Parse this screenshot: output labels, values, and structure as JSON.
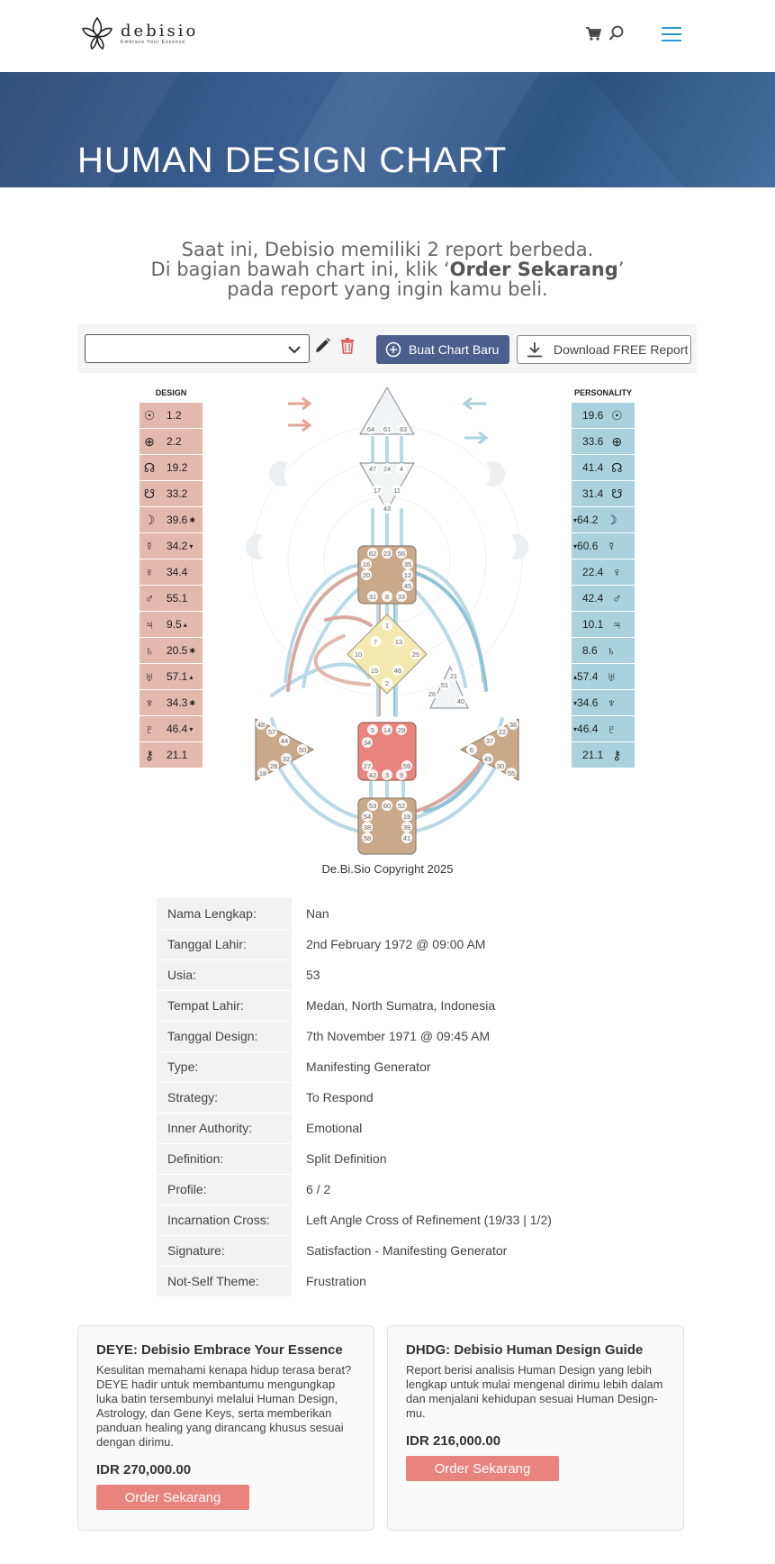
{
  "header": {
    "logo_name": "debisio",
    "logo_tagline": "Embrace Your Essence",
    "icons": [
      "cart-icon",
      "search-icon",
      "hamburger-menu-icon"
    ],
    "accent_color": "#2a9ad6"
  },
  "hero": {
    "title": "HUMAN DESIGN CHART"
  },
  "intro": {
    "line1": "Saat ini, Debisio memiliki 2 report berbeda.",
    "line2_prefix": "Di bagian bawah chart ini, klik ‘",
    "line2_bold": "Order Sekarang",
    "line2_suffix": "’",
    "line3": "pada report yang ingin kamu beli."
  },
  "toolbar": {
    "select_value": "",
    "new_chart_label": "Buat Chart Baru",
    "download_label": "Download FREE Report",
    "new_chart_color": "#4a5f8c"
  },
  "design": {
    "heading": "DESIGN",
    "rows": [
      {
        "icon": "sun-icon",
        "symbol": "☉",
        "gate": "1.2",
        "mark": ""
      },
      {
        "icon": "earth-icon",
        "symbol": "⊕",
        "gate": "2.2",
        "mark": ""
      },
      {
        "icon": "north-node-icon",
        "symbol": "☊",
        "gate": "19.2",
        "mark": ""
      },
      {
        "icon": "south-node-icon",
        "symbol": "☋",
        "gate": "33.2",
        "mark": ""
      },
      {
        "icon": "moon-icon",
        "symbol": "☽",
        "gate": "39.6",
        "mark": "✱"
      },
      {
        "icon": "mercury-icon",
        "symbol": "☿",
        "gate": "34.2",
        "mark": "▾"
      },
      {
        "icon": "venus-icon",
        "symbol": "♀",
        "gate": "34.4",
        "mark": ""
      },
      {
        "icon": "mars-icon",
        "symbol": "♂",
        "gate": "55.1",
        "mark": ""
      },
      {
        "icon": "jupiter-icon",
        "symbol": "♃",
        "gate": "9.5",
        "mark": "▴"
      },
      {
        "icon": "saturn-icon",
        "symbol": "♄",
        "gate": "20.5",
        "mark": "✱"
      },
      {
        "icon": "uranus-icon",
        "symbol": "♅",
        "gate": "57.1",
        "mark": "▴"
      },
      {
        "icon": "neptune-icon",
        "symbol": "♆",
        "gate": "34.3",
        "mark": "✱"
      },
      {
        "icon": "pluto-icon",
        "symbol": "♇",
        "gate": "46.4",
        "mark": "▾"
      },
      {
        "icon": "chiron-icon",
        "symbol": "⚷",
        "gate": "21.1",
        "mark": ""
      }
    ],
    "color": "#e3b8ad"
  },
  "personality": {
    "heading": "PERSONALITY",
    "rows": [
      {
        "icon": "sun-icon",
        "symbol": "☉",
        "gate": "19.6",
        "mark": ""
      },
      {
        "icon": "earth-icon",
        "symbol": "⊕",
        "gate": "33.6",
        "mark": ""
      },
      {
        "icon": "north-node-icon",
        "symbol": "☊",
        "gate": "41.4",
        "mark": ""
      },
      {
        "icon": "south-node-icon",
        "symbol": "☋",
        "gate": "31.4",
        "mark": ""
      },
      {
        "icon": "moon-icon",
        "symbol": "☽",
        "gate": "64.2",
        "mark": "▾"
      },
      {
        "icon": "mercury-icon",
        "symbol": "☿",
        "gate": "60.6",
        "mark": "▾"
      },
      {
        "icon": "venus-icon",
        "symbol": "♀",
        "gate": "22.4",
        "mark": ""
      },
      {
        "icon": "mars-icon",
        "symbol": "♂",
        "gate": "42.4",
        "mark": ""
      },
      {
        "icon": "jupiter-icon",
        "symbol": "♃",
        "gate": "10.1",
        "mark": ""
      },
      {
        "icon": "saturn-icon",
        "symbol": "♄",
        "gate": "8.6",
        "mark": ""
      },
      {
        "icon": "uranus-icon",
        "symbol": "♅",
        "gate": "57.4",
        "mark": "▴"
      },
      {
        "icon": "neptune-icon",
        "symbol": "♆",
        "gate": "34.6",
        "mark": "▾"
      },
      {
        "icon": "pluto-icon",
        "symbol": "♇",
        "gate": "46.4",
        "mark": "▾"
      },
      {
        "icon": "chiron-icon",
        "symbol": "⚷",
        "gate": "21.1",
        "mark": ""
      }
    ],
    "color": "#a9d2de"
  },
  "bodygraph": {
    "head_gates": [
      "64",
      "61",
      "63"
    ],
    "ajna_gates": [
      "47",
      "24",
      "4",
      "17",
      "11",
      "43"
    ],
    "throat_gates": [
      "62",
      "23",
      "56",
      "16",
      "35",
      "20",
      "12",
      "45",
      "31",
      "8",
      "33"
    ],
    "g_gates": [
      "1",
      "7",
      "13",
      "10",
      "25",
      "15",
      "46",
      "2"
    ],
    "ego_gates": [
      "21",
      "51",
      "26",
      "40"
    ],
    "spleen_gates": [
      "48",
      "57",
      "44",
      "50",
      "32",
      "18",
      "28"
    ],
    "sacral_gates": [
      "5",
      "14",
      "29",
      "34",
      "27",
      "59",
      "42",
      "3",
      "9"
    ],
    "solar_plexus_gates": [
      "36",
      "22",
      "37",
      "6",
      "49",
      "55",
      "30"
    ],
    "root_gates": [
      "53",
      "60",
      "52",
      "54",
      "19",
      "38",
      "39",
      "58",
      "41"
    ],
    "colors": {
      "defined_center": "#c9a98a",
      "sacral_center": "#e8837e",
      "g_center": "#f4eab0",
      "open_center": "#f1f3f5",
      "channel_design": "#d9a9a0",
      "channel_personality": "#8fc3d8"
    }
  },
  "copyright": "De.Bi.Sio Copyright 2025",
  "info": [
    {
      "label": "Nama Lengkap:",
      "value": "Nan"
    },
    {
      "label": "Tanggal Lahir:",
      "value": "2nd February 1972 @ 09:00 AM"
    },
    {
      "label": "Usia:",
      "value": "53"
    },
    {
      "label": "Tempat Lahir:",
      "value": "Medan, North Sumatra, Indonesia"
    },
    {
      "label": "Tanggal Design:",
      "value": "7th November 1971 @ 09:45 AM"
    },
    {
      "label": "Type:",
      "value": "Manifesting Generator"
    },
    {
      "label": "Strategy:",
      "value": "To Respond"
    },
    {
      "label": "Inner Authority:",
      "value": "Emotional"
    },
    {
      "label": "Definition:",
      "value": "Split Definition"
    },
    {
      "label": "Profile:",
      "value": "6 / 2"
    },
    {
      "label": "Incarnation Cross:",
      "value": "Left Angle Cross of Refinement (19/33 | 1/2)"
    },
    {
      "label": "Signature:",
      "value": "Satisfaction - Manifesting Generator"
    },
    {
      "label": "Not-Self Theme:",
      "value": "Frustration"
    }
  ],
  "products": [
    {
      "title": "DEYE: Debisio Embrace Your Essence",
      "description": "Kesulitan memahami kenapa hidup terasa berat? DEYE hadir untuk membantumu mengungkap luka batin tersembunyi melalui Human Design, Astrology, dan Gene Keys, serta memberikan panduan healing yang dirancang khusus sesuai dengan dirimu.",
      "price": "IDR 270,000.00",
      "button": "Order Sekarang"
    },
    {
      "title": "DHDG: Debisio Human Design Guide",
      "description": "Report berisi analisis Human Design yang lebih lengkap untuk mulai mengenal dirimu lebih dalam dan menjalani kehidupan sesuai Human Design-mu.",
      "price": "IDR 216,000.00",
      "button": "Order Sekarang"
    }
  ]
}
